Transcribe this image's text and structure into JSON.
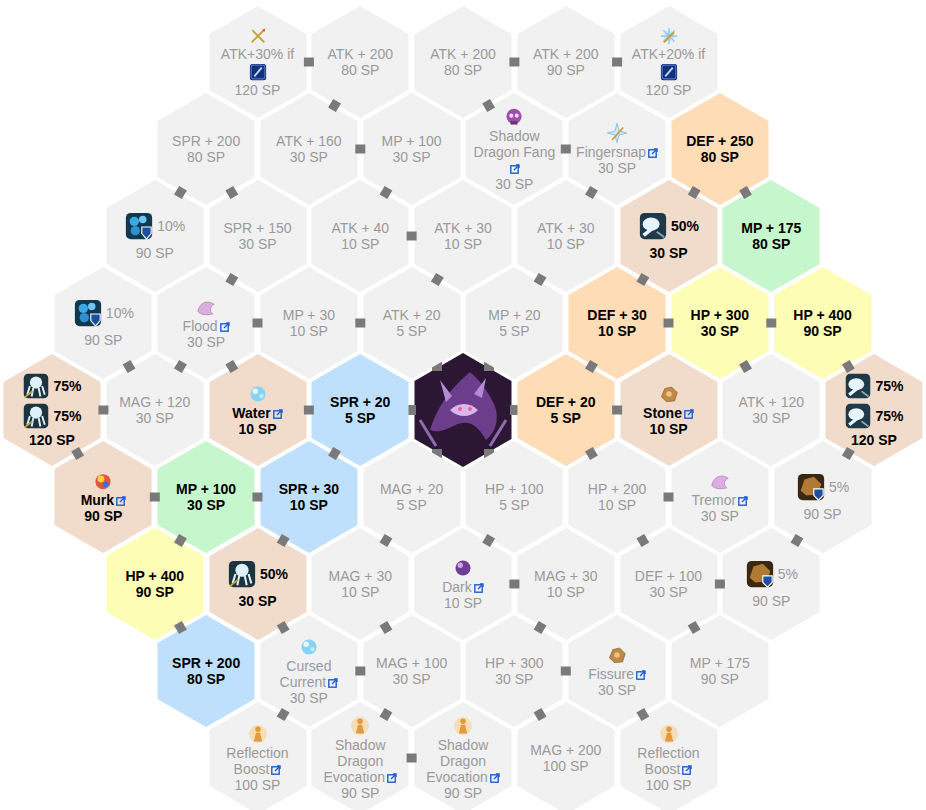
{
  "diagram": {
    "nodes": [
      {
        "text": [
          "ATK+30% if",
          "120 SP"
        ]
      },
      {
        "text": [
          "ATK + 200",
          "80 SP"
        ]
      },
      {
        "text": [
          "ATK + 200",
          "80 SP"
        ]
      },
      {
        "text": [
          "ATK + 200",
          "90 SP"
        ]
      },
      {
        "text": [
          "ATK+20% if",
          "120 SP"
        ]
      },
      {
        "text": [
          "SPR + 200",
          "80 SP"
        ]
      },
      {
        "text": [
          "ATK + 160",
          "30 SP"
        ]
      },
      {
        "text": [
          "MP + 100",
          "30 SP"
        ]
      },
      {
        "text": [
          "Shadow Dragon Fang",
          "30 SP"
        ]
      },
      {
        "text": [
          "Fingersnap",
          "30 SP"
        ]
      },
      {
        "text": [
          "DEF + 250",
          "80 SP"
        ]
      },
      {
        "text": [
          "10%",
          "90 SP"
        ]
      },
      {
        "text": [
          "SPR + 150",
          "30 SP"
        ]
      },
      {
        "text": [
          "ATK + 40",
          "10 SP"
        ]
      },
      {
        "text": [
          "ATK + 30",
          "10 SP"
        ]
      },
      {
        "text": [
          "ATK + 30",
          "10 SP"
        ]
      },
      {
        "text": [
          "50%",
          "30 SP"
        ]
      },
      {
        "text": [
          "MP + 175",
          "80 SP"
        ]
      },
      {
        "text": [
          "10%",
          "90 SP"
        ]
      },
      {
        "text": [
          "Flood",
          "30 SP"
        ]
      },
      {
        "text": [
          "MP + 30",
          "10 SP"
        ]
      },
      {
        "text": [
          "ATK + 20",
          "5 SP"
        ]
      },
      {
        "text": [
          "MP + 20",
          "5 SP"
        ]
      },
      {
        "text": [
          "DEF + 30",
          "10 SP"
        ]
      },
      {
        "text": [
          "HP + 300",
          "30 SP"
        ]
      },
      {
        "text": [
          "HP + 400",
          "90 SP"
        ]
      },
      {
        "text": [
          "75%",
          "75%",
          "120 SP"
        ]
      },
      {
        "text": [
          "MAG + 120",
          "30 SP"
        ]
      },
      {
        "text": [
          "Water",
          "10 SP"
        ]
      },
      {
        "text": [
          "SPR + 20",
          "5 SP"
        ]
      },
      {
        "text": [
          "DEF + 20",
          "5 SP"
        ]
      },
      {
        "text": [
          "Stone",
          "10 SP"
        ]
      },
      {
        "text": [
          "ATK + 120",
          "30 SP"
        ]
      },
      {
        "text": [
          "75%",
          "75%",
          "120 SP"
        ]
      },
      {
        "text": [
          "Murk",
          "90 SP"
        ]
      },
      {
        "text": [
          "MP + 100",
          "30 SP"
        ]
      },
      {
        "text": [
          "SPR + 30",
          "10 SP"
        ]
      },
      {
        "text": [
          "MAG + 20",
          "5 SP"
        ]
      },
      {
        "text": [
          "HP + 100",
          "5 SP"
        ]
      },
      {
        "text": [
          "HP + 200",
          "10 SP"
        ]
      },
      {
        "text": [
          "Tremor",
          "30 SP"
        ]
      },
      {
        "text": [
          "5%",
          "90 SP"
        ]
      },
      {
        "text": [
          "HP + 400",
          "90 SP"
        ]
      },
      {
        "text": [
          "50%",
          "30 SP"
        ]
      },
      {
        "text": [
          "MAG + 30",
          "10 SP"
        ]
      },
      {
        "text": [
          "Dark",
          "10 SP"
        ]
      },
      {
        "text": [
          "MAG + 30",
          "10 SP"
        ]
      },
      {
        "text": [
          "DEF + 100",
          "30 SP"
        ]
      },
      {
        "text": [
          "5%",
          "90 SP"
        ]
      },
      {
        "text": [
          "SPR + 200",
          "80 SP"
        ]
      },
      {
        "text": [
          "Cursed Current",
          "30 SP"
        ]
      },
      {
        "text": [
          "MAG + 100",
          "30 SP"
        ]
      },
      {
        "text": [
          "HP + 300",
          "30 SP"
        ]
      },
      {
        "text": [
          "Fissure",
          "30 SP"
        ]
      },
      {
        "text": [
          "MP + 175",
          "90 SP"
        ]
      },
      {
        "text": [
          "Reflection Boost",
          "100 SP"
        ]
      },
      {
        "text": [
          "Shadow Dragon Evocation",
          "90 SP"
        ]
      },
      {
        "text": [
          "Shadow Dragon Evocation",
          "90 SP"
        ]
      },
      {
        "text": [
          "MAG + 200",
          "100 SP"
        ]
      },
      {
        "text": [
          "Reflection Boost",
          "100 SP"
        ]
      }
    ],
    "edges": [
      {
        "from": 0,
        "to": 1,
        "arrow": "none"
      },
      {
        "from": 2,
        "to": 3,
        "arrow": "none"
      },
      {
        "from": 3,
        "to": 4,
        "arrow": "none"
      },
      {
        "from": 1,
        "to": 6,
        "arrow": "none"
      },
      {
        "from": 2,
        "to": 8,
        "arrow": "none"
      },
      {
        "from": 6,
        "to": 7,
        "arrow": "none"
      },
      {
        "from": 7,
        "to": 13,
        "arrow": "none"
      },
      {
        "from": 13,
        "to": 14,
        "arrow": "none"
      },
      {
        "from": 14,
        "to": 21,
        "arrow": "none"
      },
      {
        "from": 8,
        "to": 9,
        "arrow": "none"
      },
      {
        "from": 9,
        "to": 15,
        "arrow": "none"
      },
      {
        "from": 15,
        "to": 22,
        "arrow": "none"
      },
      {
        "from": 5,
        "to": 12,
        "arrow": "none"
      },
      {
        "from": 5,
        "to": 11,
        "arrow": "none"
      },
      {
        "from": 12,
        "to": 19,
        "arrow": "none"
      },
      {
        "from": 19,
        "to": 20,
        "arrow": "none"
      },
      {
        "from": 20,
        "to": 21,
        "arrow": "none"
      },
      {
        "from": 19,
        "to": 27,
        "arrow": "none"
      },
      {
        "from": 27,
        "to": 18,
        "arrow": "none"
      },
      {
        "from": 27,
        "to": 26,
        "arrow": "none"
      },
      {
        "from": 28,
        "to": 29,
        "arrow": "none"
      },
      {
        "from": 28,
        "to": 19,
        "arrow": "none"
      },
      {
        "from": 29,
        "to": 36,
        "arrow": "none"
      },
      {
        "from": 36,
        "to": 35,
        "arrow": "none"
      },
      {
        "from": 35,
        "to": 34,
        "arrow": "none"
      },
      {
        "from": 34,
        "to": 26,
        "arrow": "none"
      },
      {
        "from": 35,
        "to": 42,
        "arrow": "none"
      },
      {
        "from": 42,
        "to": 49,
        "arrow": "none"
      },
      {
        "from": 36,
        "to": 43,
        "arrow": "none"
      },
      {
        "from": 43,
        "to": 50,
        "arrow": "none"
      },
      {
        "from": 50,
        "to": 51,
        "arrow": "none"
      },
      {
        "from": 50,
        "to": 55,
        "arrow": "none"
      },
      {
        "from": 51,
        "to": 56,
        "arrow": "none"
      },
      {
        "from": 56,
        "to": 57,
        "arrow": "none"
      },
      {
        "from": 37,
        "to": 44,
        "arrow": "none"
      },
      {
        "from": 44,
        "to": 51,
        "arrow": "none"
      },
      {
        "from": 38,
        "to": 45,
        "arrow": "none"
      },
      {
        "from": 45,
        "to": 46,
        "arrow": "none"
      },
      {
        "from": 46,
        "to": 52,
        "arrow": "none"
      },
      {
        "from": 52,
        "to": 53,
        "arrow": "none"
      },
      {
        "from": 53,
        "to": 59,
        "arrow": "none"
      },
      {
        "from": 52,
        "to": 58,
        "arrow": "none"
      },
      {
        "from": 30,
        "to": 23,
        "arrow": "none"
      },
      {
        "from": 23,
        "to": 16,
        "arrow": "none"
      },
      {
        "from": 16,
        "to": 10,
        "arrow": "none"
      },
      {
        "from": 10,
        "to": 17,
        "arrow": "none"
      },
      {
        "from": 23,
        "to": 24,
        "arrow": "none"
      },
      {
        "from": 24,
        "to": 25,
        "arrow": "none"
      },
      {
        "from": 25,
        "to": 33,
        "arrow": "none"
      },
      {
        "from": 24,
        "to": 32,
        "arrow": "none"
      },
      {
        "from": 30,
        "to": 31,
        "arrow": "none"
      },
      {
        "from": 30,
        "to": 39,
        "arrow": "none"
      },
      {
        "from": 39,
        "to": 40,
        "arrow": "none"
      },
      {
        "from": 39,
        "to": 47,
        "arrow": "none"
      },
      {
        "from": 47,
        "to": 48,
        "arrow": "none"
      },
      {
        "from": 47,
        "to": 54,
        "arrow": "none"
      },
      {
        "from": 41,
        "to": 33,
        "arrow": "none"
      },
      {
        "from": 41,
        "to": 48,
        "arrow": "none"
      }
    ]
  }
}
